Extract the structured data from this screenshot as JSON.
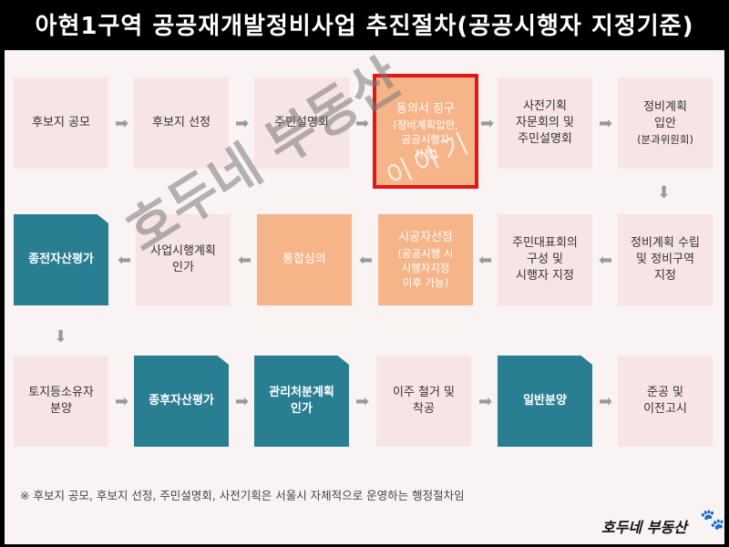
{
  "title": "아현1구역 공공재개발정비사업 추진절차(공공시행자 지정기준)",
  "steps": [
    {
      "id": "s1",
      "lines": [
        "후보지 공모"
      ]
    },
    {
      "id": "s2",
      "lines": [
        "후보지 선정"
      ]
    },
    {
      "id": "s3",
      "lines": [
        "주민설명회"
      ]
    },
    {
      "id": "s4",
      "lines": [
        "동의서 징구"
      ],
      "sub": [
        "(정비계획입안,",
        "공공시행자",
        "지정)"
      ]
    },
    {
      "id": "s5",
      "lines": [
        "사전기획",
        "자문회의 및",
        "주민설명회"
      ]
    },
    {
      "id": "s6",
      "lines": [
        "정비계획",
        "입안"
      ],
      "sub": [
        "(분과위원회)"
      ]
    },
    {
      "id": "s7",
      "lines": [
        "정비계획 수립",
        "및 정비구역",
        "지정"
      ]
    },
    {
      "id": "s8",
      "lines": [
        "주민대표회의",
        "구성 및",
        "시행자 지정"
      ]
    },
    {
      "id": "s9",
      "lines": [
        "시공자선정"
      ],
      "sub": [
        "(공공시행 시",
        "시행자지정",
        "이후 가능)"
      ]
    },
    {
      "id": "s10",
      "lines": [
        "통합심의"
      ]
    },
    {
      "id": "s11",
      "lines": [
        "사업시행계획",
        "인가"
      ]
    },
    {
      "id": "s12",
      "lines": [
        "종전자산평가"
      ]
    },
    {
      "id": "s13",
      "lines": [
        "토지등소유자",
        "분양"
      ]
    },
    {
      "id": "s14",
      "lines": [
        "종후자산평가"
      ]
    },
    {
      "id": "s15",
      "lines": [
        "관리처분계획",
        "인가"
      ]
    },
    {
      "id": "s16",
      "lines": [
        "이주 철거 및",
        "착공"
      ]
    },
    {
      "id": "s17",
      "lines": [
        "일반분양"
      ]
    },
    {
      "id": "s18",
      "lines": [
        "준공 및",
        "이전고시"
      ]
    }
  ],
  "note": "※ 후보지 공모, 후보지 선정, 주민설명회, 사전기획은 서울시 자체적으로 운영하는 행정절차임",
  "watermark": {
    "main": "호두네 부동산",
    "secondary": "이야기",
    "signature": "호두네 부동산"
  },
  "colors": {
    "pink": "#f7e4e4",
    "orange": "#f6b489",
    "teal": "#2a7e92",
    "highlight": "#e01818"
  }
}
